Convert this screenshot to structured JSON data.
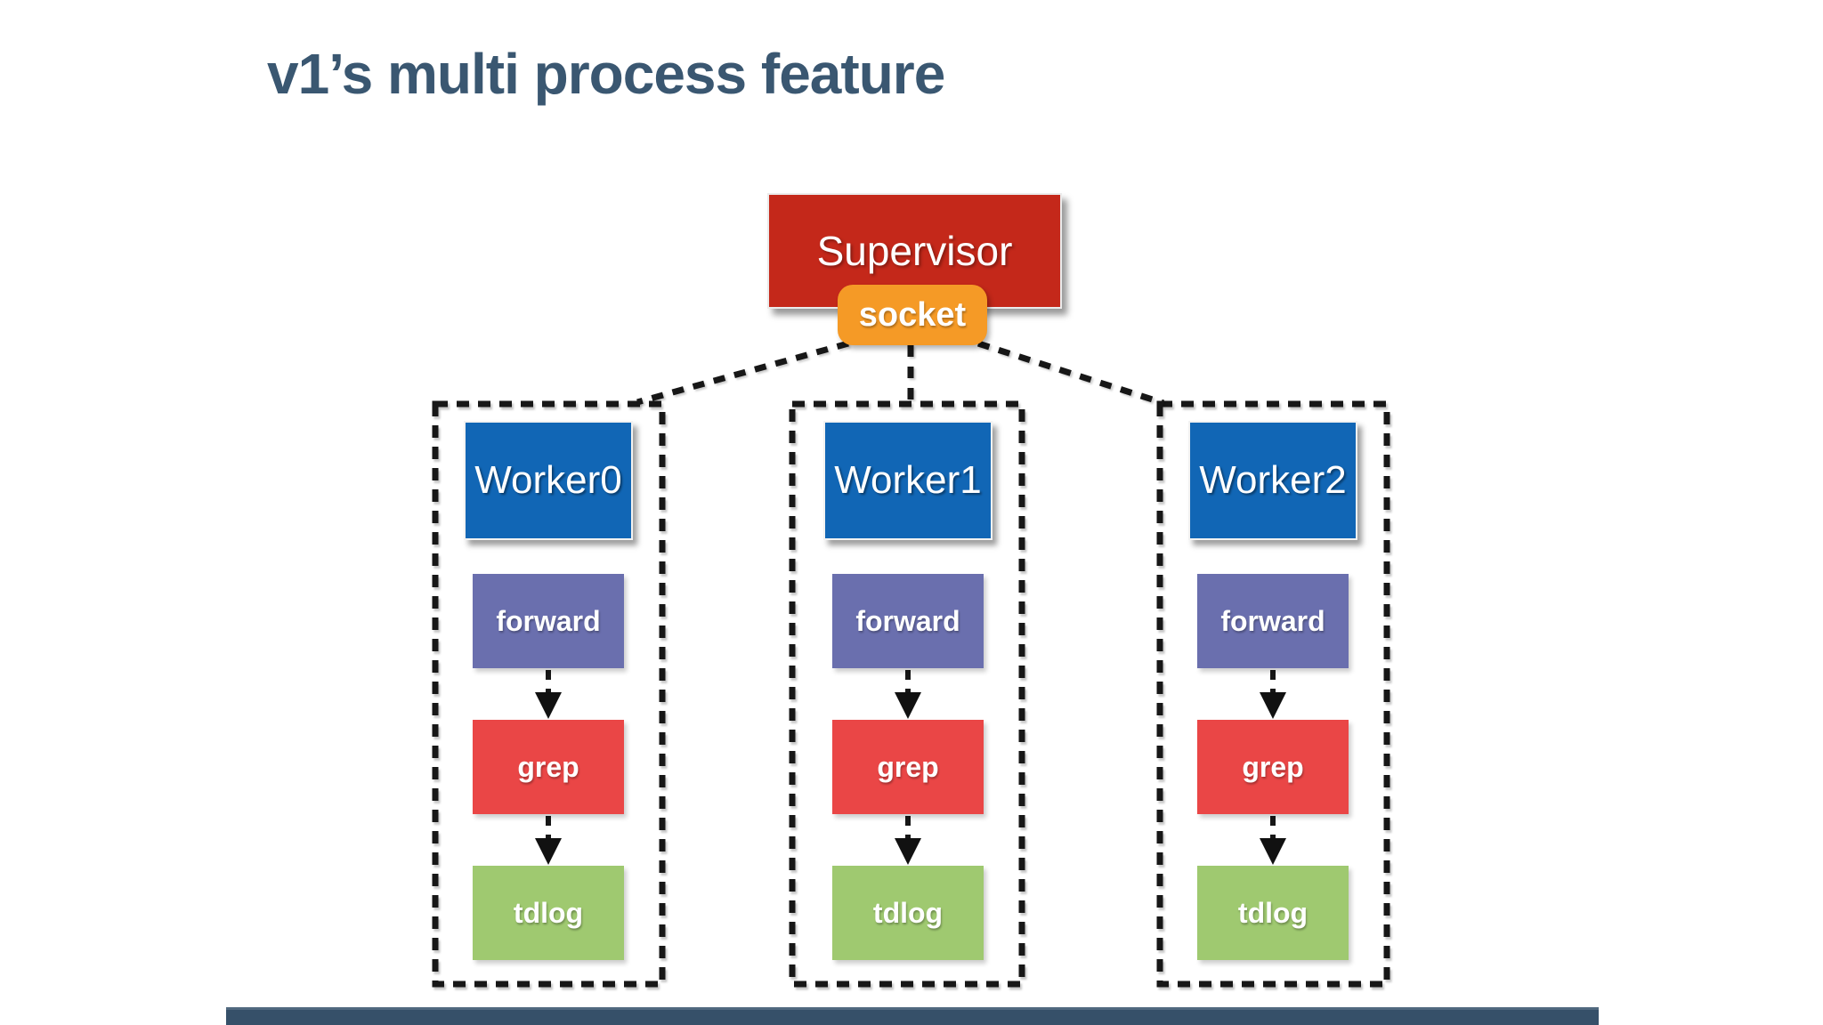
{
  "title": "v1’s multi process feature",
  "diagram": {
    "supervisor": {
      "label": "Supervisor"
    },
    "socket": {
      "label": "socket"
    },
    "workers": [
      {
        "label": "Worker0"
      },
      {
        "label": "Worker1"
      },
      {
        "label": "Worker2"
      }
    ],
    "steps": [
      {
        "label": "forward",
        "color": "#6a6fae"
      },
      {
        "label": "grep",
        "color": "#ea4646"
      },
      {
        "label": "tdlog",
        "color": "#9fc970"
      }
    ]
  },
  "colors": {
    "title_text": "#3a5771",
    "supervisor_bg": "#c4281a",
    "socket_bg": "#f59a26",
    "worker_bg": "#1166b5",
    "footer_bg": "#365069",
    "connector": "#171717"
  }
}
